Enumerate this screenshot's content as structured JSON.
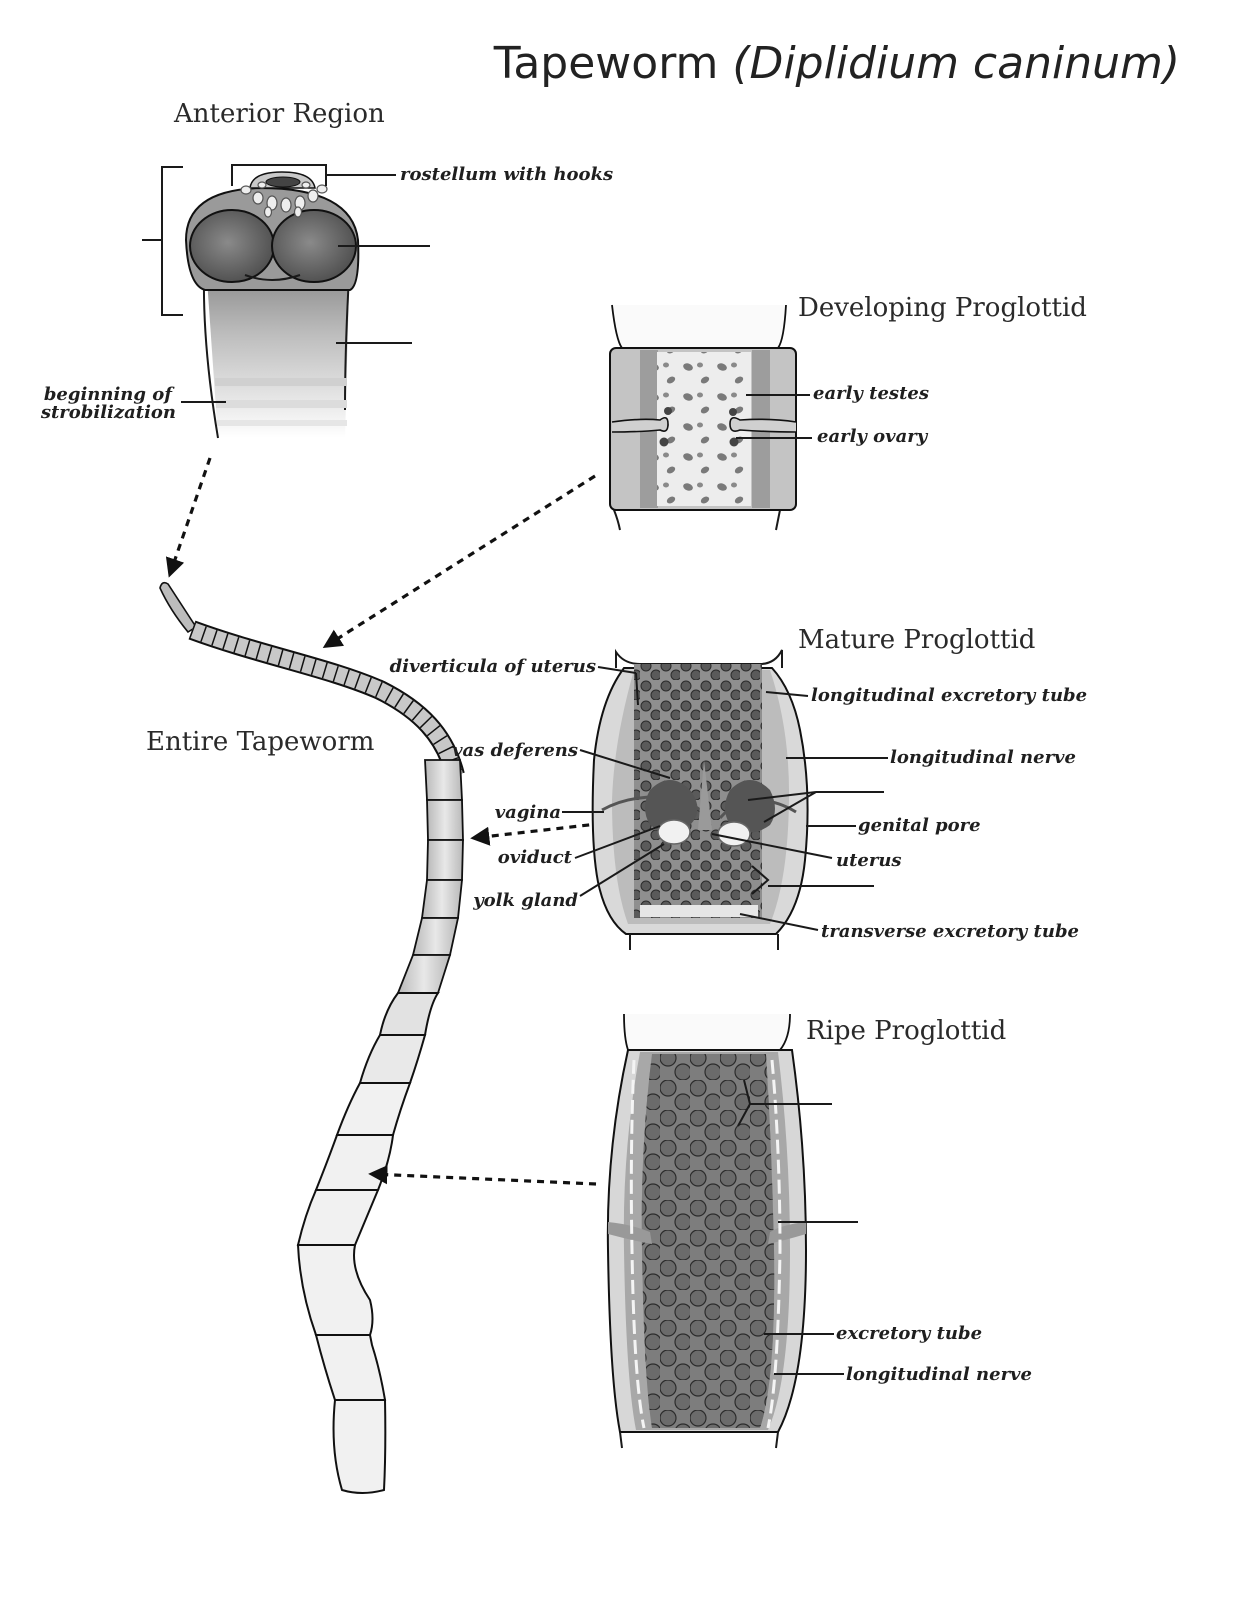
{
  "title": {
    "main": "Tapeworm ",
    "italic": "(Diplidium caninum)"
  },
  "headings": {
    "anterior": "Anterior Region",
    "developing": "Developing Proglottid",
    "mature": "Mature Proglottid",
    "ripe": "Ripe Proglottid",
    "entire": "Entire Tapeworm"
  },
  "labels": {
    "rostellum": "rostellum with hooks",
    "strobilization_1": "beginning of",
    "strobilization_2": "strobilization",
    "early_testes": "early testes",
    "early_ovary": "early ovary",
    "diverticula": "diverticula of uterus",
    "long_excretory": "longitudinal excretory tube",
    "vas_deferens": "vas deferens",
    "long_nerve_mature": "longitudinal nerve",
    "vagina": "vagina",
    "genital_pore": "genital pore",
    "oviduct": "oviduct",
    "uterus": "uterus",
    "yolk_gland": "yolk gland",
    "transverse_excretory": "transverse excretory tube",
    "excretory_tube": "excretory tube",
    "long_nerve_ripe": "longitudinal nerve"
  }
}
